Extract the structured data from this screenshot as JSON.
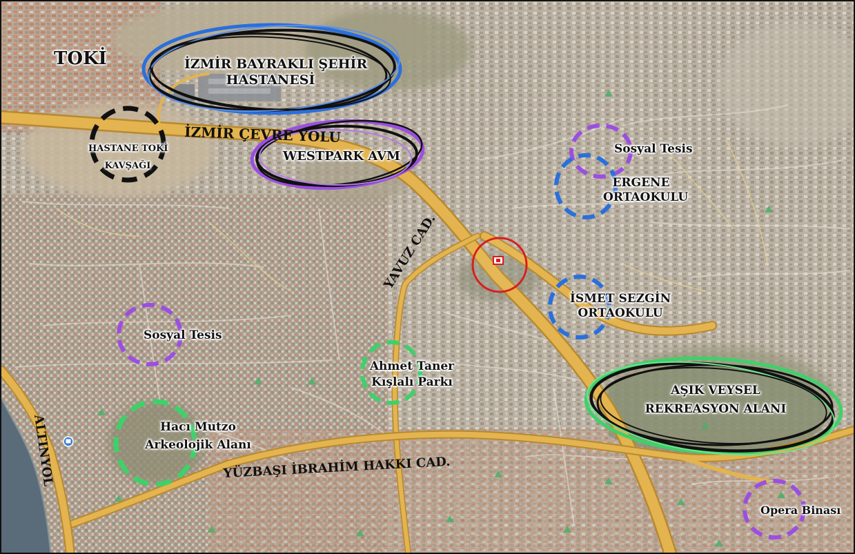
{
  "map": {
    "colors": {
      "road": "#e3b44f",
      "road_edge": "#b8892e",
      "blue_ring": "#2a6fdc",
      "purple_ring": "#9b4fe0",
      "green_ring": "#3ed16a",
      "black_ring": "#111111",
      "red_ring": "#d81e1e"
    },
    "labels": {
      "toki": "TOKİ",
      "hospital_line1": "İZMİR BAYRAKLI ŞEHİR",
      "hospital_line2": "HASTANESİ",
      "junction_line1": "HASTANE TOKİ",
      "junction_line2": "KAVŞAĞI",
      "westpark": "WESTPARK AVM",
      "social_facility_ne": "Sosyal Tesis",
      "ergene_line1": "ERGENE",
      "ergene_line2": "ORTAOKULU",
      "ismet_line1": "İSMET SEZGİN",
      "ismet_line2": "ORTAOKULU",
      "social_facility_w": "Sosyal Tesis",
      "ahmet_line1": "Ahmet Taner",
      "ahmet_line2": "Kışlalı Parkı",
      "asik_line1": "AŞIK VEYSEL",
      "asik_line2": "REKREASYON ALANI",
      "haci_line1": "Hacı Mutzo",
      "haci_line2": "Arkeolojik Alanı",
      "opera": "Opera Binası"
    },
    "roads": {
      "ring_road": "İZMİR ÇEVRE YOLU",
      "yavuz": "YAVUZ CAD.",
      "yuzbasi": "YÜZBAŞI İBRAHİM HAKKI CAD.",
      "altinyol": "ALTINYOL"
    }
  }
}
